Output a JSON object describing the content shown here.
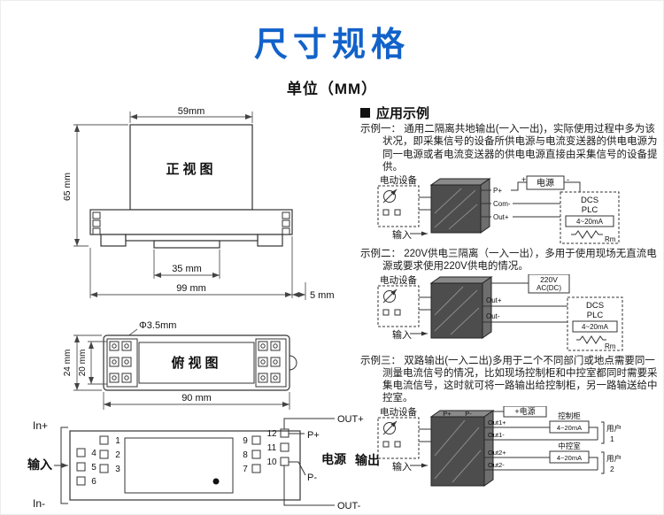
{
  "colors": {
    "title_blue": "#1262c9",
    "line_dark": "#333333",
    "isolator_gray": "#4d4d4d"
  },
  "header": {
    "title": "尺寸规格",
    "unit": "单位（MM）"
  },
  "drawings": {
    "front": {
      "label": "正视图",
      "dim_width_top": "59mm",
      "dim_height": "65 mm",
      "dim_slot": "35 mm",
      "dim_width_total": "99 mm",
      "dim_foot": "5 mm"
    },
    "top": {
      "label": "俯视图",
      "dim_hole": "Φ3.5mm",
      "dim_height_outer": "24 mm",
      "dim_height_inner": "20 mm",
      "dim_width": "90 mm"
    },
    "wiring": {
      "in_plus": "In+",
      "input_label": "输入",
      "in_minus": "In-",
      "terminal_numbers": [
        "1",
        "2",
        "3",
        "4",
        "5",
        "6",
        "7",
        "8",
        "9",
        "10",
        "11",
        "12"
      ],
      "p_plus": "P+",
      "power_label": "电源",
      "p_minus": "P-",
      "out_plus": "OUT+",
      "output_label": "输出",
      "out_minus": "OUT-"
    }
  },
  "examples": {
    "section_title": "应用示例",
    "ex1": {
      "text": "示例一： 通用二隔离共地输出(一入一出)，实际使用过程中多为该状况，即采集信号的设备所供电源与电流变送器的供电电源为同一电源或者电流变送器的供电电源直接由采集信号的设备提供。",
      "diagram": {
        "device": "电动设备",
        "input": "输入",
        "p_plus": "P+",
        "com_minus": "Com-",
        "out_plus": "Out+",
        "power": "电源",
        "plus": "+",
        "minus": "-",
        "dcs": "DCS",
        "plc": "PLC",
        "ma": "4~20mA",
        "rm": "Rm"
      }
    },
    "ex2": {
      "text": "示例二： 220V供电三隔离（一入一出），多用于使用现场无直流电源或要求使用220V供电的情况。",
      "diagram": {
        "device": "电动设备",
        "input": "输入",
        "volt": "220V",
        "acdc": "AC(DC)",
        "dcs": "DCS",
        "plc": "PLC",
        "out_plus": "Out+",
        "out_minus": "Out-",
        "ma": "4~20mA",
        "rm": "Rm"
      }
    },
    "ex3": {
      "text": "示例三： 双路输出(一入二出)多用于二个不同部门或地点需要同一测量电流信号的情况，比如现场控制柜和中控室都同时需要采集电流信号，这时就可将一路输出给控制柜，另一路输送给中控室。",
      "diagram": {
        "device": "电动设备",
        "input": "输入",
        "p_plus": "P+",
        "p_minus": "P-",
        "power": "+电源",
        "out1_plus": "Out1+",
        "out1_minus": "Out1-",
        "out2_plus": "Out2+",
        "out2_minus": "Out2-",
        "ma1": "4~20mA",
        "ma2": "4~20mA",
        "dest1": "控制柜",
        "user1": "用户",
        "user1_num": "1",
        "dest2": "中控室",
        "user2": "用户",
        "user2_num": "2"
      }
    }
  }
}
